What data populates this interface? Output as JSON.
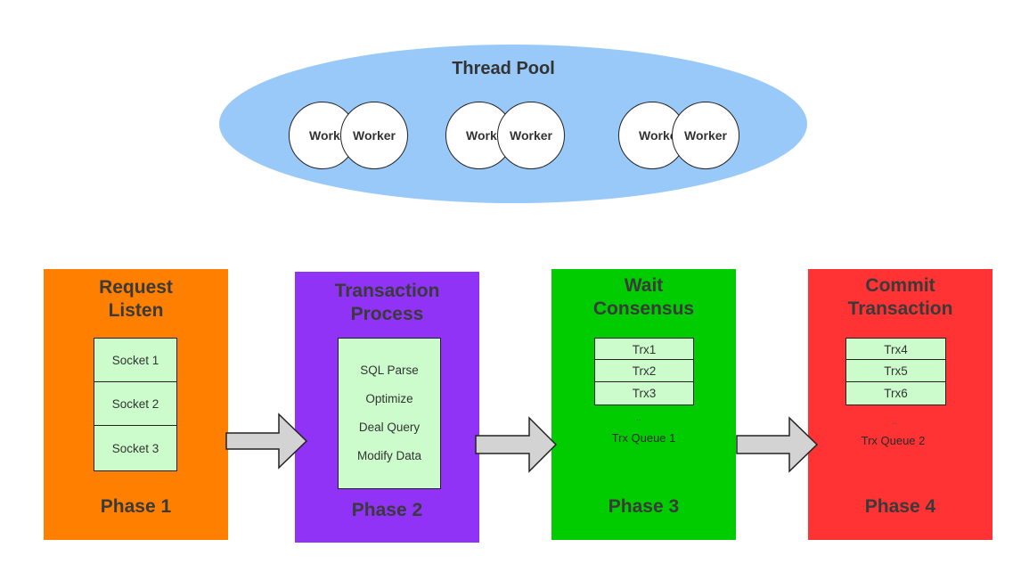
{
  "thread_pool": {
    "title": "Thread Pool",
    "workers": [
      "Worker",
      "Worker",
      "Worker",
      "Worker",
      "Worker",
      "Worker"
    ]
  },
  "phases": [
    {
      "title_line1": "Request",
      "title_line2": "Listen",
      "label": "Phase 1",
      "color": "#ff7f00",
      "sockets": [
        "Socket 1",
        "Socket 2",
        "Socket 3"
      ]
    },
    {
      "title_line1": "Transaction",
      "title_line2": "Process",
      "label": "Phase 2",
      "color": "#9133f7",
      "operations": [
        "SQL Parse",
        "Optimize",
        "Deal Query",
        "Modify Data"
      ]
    },
    {
      "title_line1": "Wait",
      "title_line2": "Consensus",
      "label": "Phase 3",
      "color": "#00cc00",
      "trx": [
        "Trx1",
        "Trx2",
        "Trx3"
      ],
      "ellipsis": "..",
      "queue_label": "Trx Queue 1"
    },
    {
      "title_line1": "Commit",
      "title_line2": "Transaction",
      "label": "Phase 4",
      "color": "#ff3333",
      "trx": [
        "Trx4",
        "Trx5",
        "Trx6"
      ],
      "ellipsis": "..",
      "queue_label": "Trx Queue 2"
    }
  ],
  "colors": {
    "pool": "#99c9f8",
    "cell_fill": "#ccfccc",
    "arrow_fill": "#d3d3d3"
  }
}
